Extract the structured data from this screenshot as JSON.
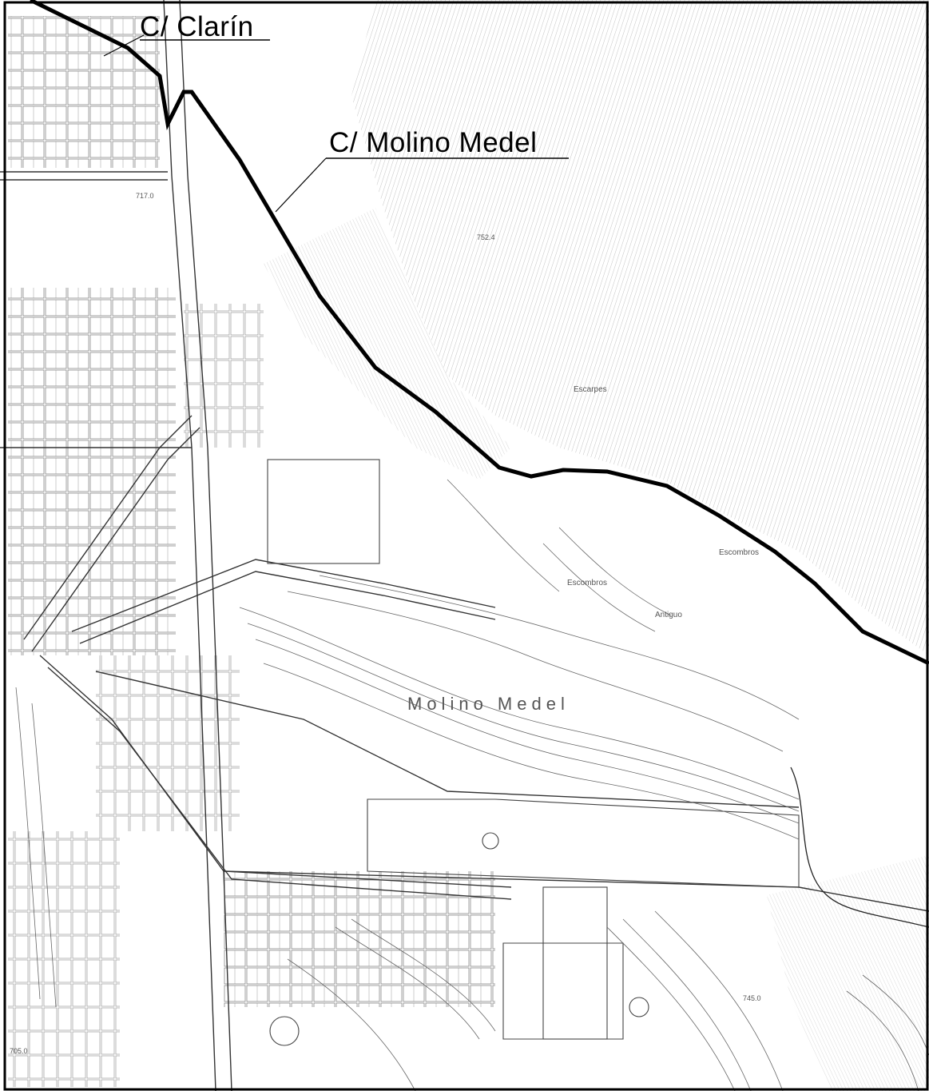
{
  "map": {
    "labels": {
      "street_1": "C/ Clarín",
      "street_2": "C/ Molino Medel",
      "area_1": "Molino Medel",
      "small_1": "Escombros",
      "small_2": "Escombros",
      "small_3": "Antiguo",
      "small_4": "Escarpes",
      "elev_1": "752.4",
      "elev_2": "745.0",
      "elev_3": "717.0",
      "elev_4": "705.0"
    },
    "colors": {
      "ink": "#000000",
      "paper": "#ffffff",
      "contour": "#555555",
      "hatch": "#9a9a9a"
    }
  }
}
